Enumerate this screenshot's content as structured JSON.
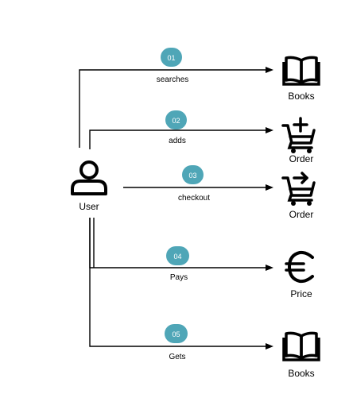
{
  "colors": {
    "badge": "#4fa6b7",
    "line": "#000000",
    "badge_text": "#ffffff"
  },
  "actor": {
    "label": "User",
    "icon": "user-icon"
  },
  "steps": [
    {
      "badge": "01",
      "label": "searches",
      "target": "Books",
      "icon": "book-icon"
    },
    {
      "badge": "02",
      "label": "adds",
      "target": "Order",
      "icon": "cart-add-icon"
    },
    {
      "badge": "03",
      "label": "checkout",
      "target": "Order",
      "icon": "cart-checkout-icon"
    },
    {
      "badge": "04",
      "label": "Pays",
      "target": "Price",
      "icon": "euro-icon"
    },
    {
      "badge": "05",
      "label": "Gets",
      "target": "Books",
      "icon": "book-icon"
    }
  ]
}
